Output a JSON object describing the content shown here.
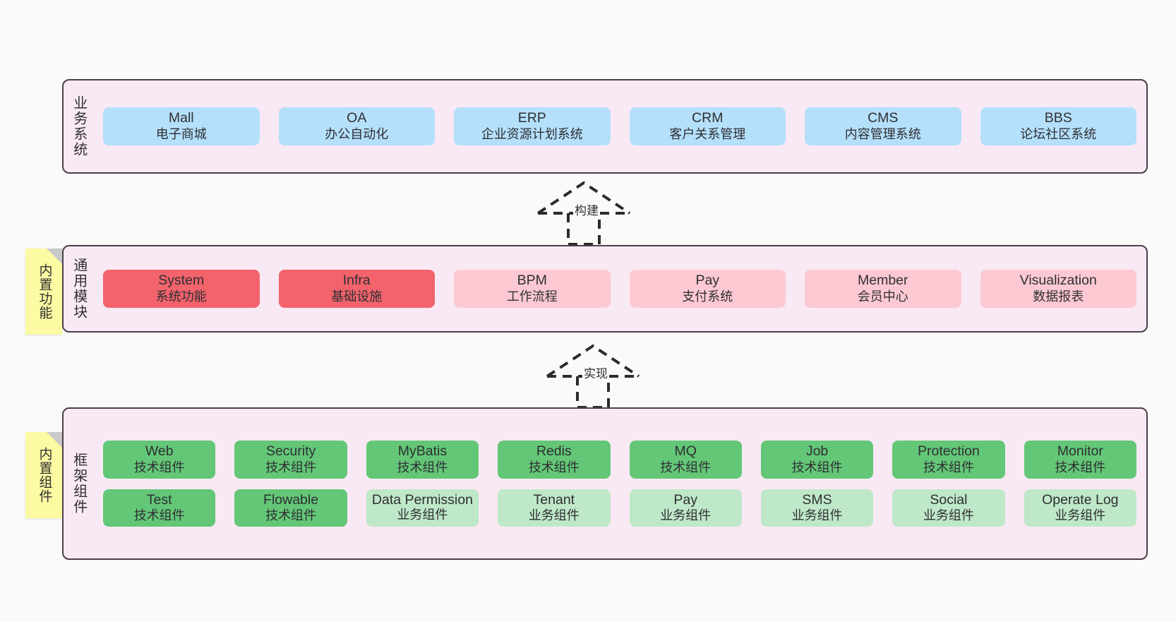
{
  "diagram": {
    "background": "#fafafa",
    "container_fill": "#f9e9f4",
    "container_border": "#4a404a"
  },
  "layers": [
    {
      "id": "business-systems",
      "title": "业务系统",
      "rows": [
        {
          "cells": [
            {
              "en": "Mall",
              "cn": "电子商城",
              "color": "#b5e0fb",
              "style": "c-blue"
            },
            {
              "en": "OA",
              "cn": "办公自动化",
              "color": "#b5e0fb",
              "style": "c-blue"
            },
            {
              "en": "ERP",
              "cn": "企业资源计划系统",
              "color": "#b5e0fb",
              "style": "c-blue"
            },
            {
              "en": "CRM",
              "cn": "客户关系管理",
              "color": "#b5e0fb",
              "style": "c-blue"
            },
            {
              "en": "CMS",
              "cn": "内容管理系统",
              "color": "#b5e0fb",
              "style": "c-blue"
            },
            {
              "en": "BBS",
              "cn": "论坛社区系统",
              "color": "#b5e0fb",
              "style": "c-blue"
            }
          ]
        }
      ]
    },
    {
      "id": "general-modules",
      "title": "通用模块",
      "sticky": "内置功能",
      "rows": [
        {
          "cells": [
            {
              "en": "System",
              "cn": "系统功能",
              "color": "#f2636c",
              "style": "c-red"
            },
            {
              "en": "Infra",
              "cn": "基础设施",
              "color": "#f2636c",
              "style": "c-red"
            },
            {
              "en": "BPM",
              "cn": "工作流程",
              "color": "#fcc9d3",
              "style": "c-pink"
            },
            {
              "en": "Pay",
              "cn": "支付系统",
              "color": "#fcc9d3",
              "style": "c-pink"
            },
            {
              "en": "Member",
              "cn": "会员中心",
              "color": "#fcc9d3",
              "style": "c-pink"
            },
            {
              "en": "Visualization",
              "cn": "数据报表",
              "color": "#fcc9d3",
              "style": "c-pink"
            }
          ]
        }
      ]
    },
    {
      "id": "framework-components",
      "title": "框架组件",
      "sticky": "内置组件",
      "rows": [
        {
          "cells": [
            {
              "en": "Web",
              "cn": "技术组件",
              "color": "#63c777",
              "style": "c-green-dark"
            },
            {
              "en": "Security",
              "cn": "技术组件",
              "color": "#63c777",
              "style": "c-green-dark"
            },
            {
              "en": "MyBatis",
              "cn": "技术组件",
              "color": "#63c777",
              "style": "c-green-dark"
            },
            {
              "en": "Redis",
              "cn": "技术组件",
              "color": "#63c777",
              "style": "c-green-dark"
            },
            {
              "en": "MQ",
              "cn": "技术组件",
              "color": "#63c777",
              "style": "c-green-dark"
            },
            {
              "en": "Job",
              "cn": "技术组件",
              "color": "#63c777",
              "style": "c-green-dark"
            },
            {
              "en": "Protection",
              "cn": "技术组件",
              "color": "#63c777",
              "style": "c-green-dark"
            },
            {
              "en": "Monitor",
              "cn": "技术组件",
              "color": "#63c777",
              "style": "c-green-dark"
            }
          ]
        },
        {
          "cells": [
            {
              "en": "Test",
              "cn": "技术组件",
              "color": "#63c777",
              "style": "c-green-dark"
            },
            {
              "en": "Flowable",
              "cn": "技术组件",
              "color": "#63c777",
              "style": "c-green-dark"
            },
            {
              "en": "Data Permission",
              "cn": "业务组件",
              "color": "#bfe8c8",
              "style": "c-green-lite"
            },
            {
              "en": "Tenant",
              "cn": "业务组件",
              "color": "#bfe8c8",
              "style": "c-green-lite"
            },
            {
              "en": "Pay",
              "cn": "业务组件",
              "color": "#bfe8c8",
              "style": "c-green-lite"
            },
            {
              "en": "SMS",
              "cn": "业务组件",
              "color": "#bfe8c8",
              "style": "c-green-lite"
            },
            {
              "en": "Social",
              "cn": "业务组件",
              "color": "#bfe8c8",
              "style": "c-green-lite"
            },
            {
              "en": "Operate Log",
              "cn": "业务组件",
              "color": "#bfe8c8",
              "style": "c-green-lite"
            }
          ]
        }
      ]
    }
  ],
  "connectors": [
    {
      "id": "build",
      "label": "构建",
      "arrow": "hollow-triangle-up",
      "line": "dashed"
    },
    {
      "id": "implement",
      "label": "实现",
      "arrow": "hollow-triangle-up",
      "line": "dashed"
    }
  ]
}
